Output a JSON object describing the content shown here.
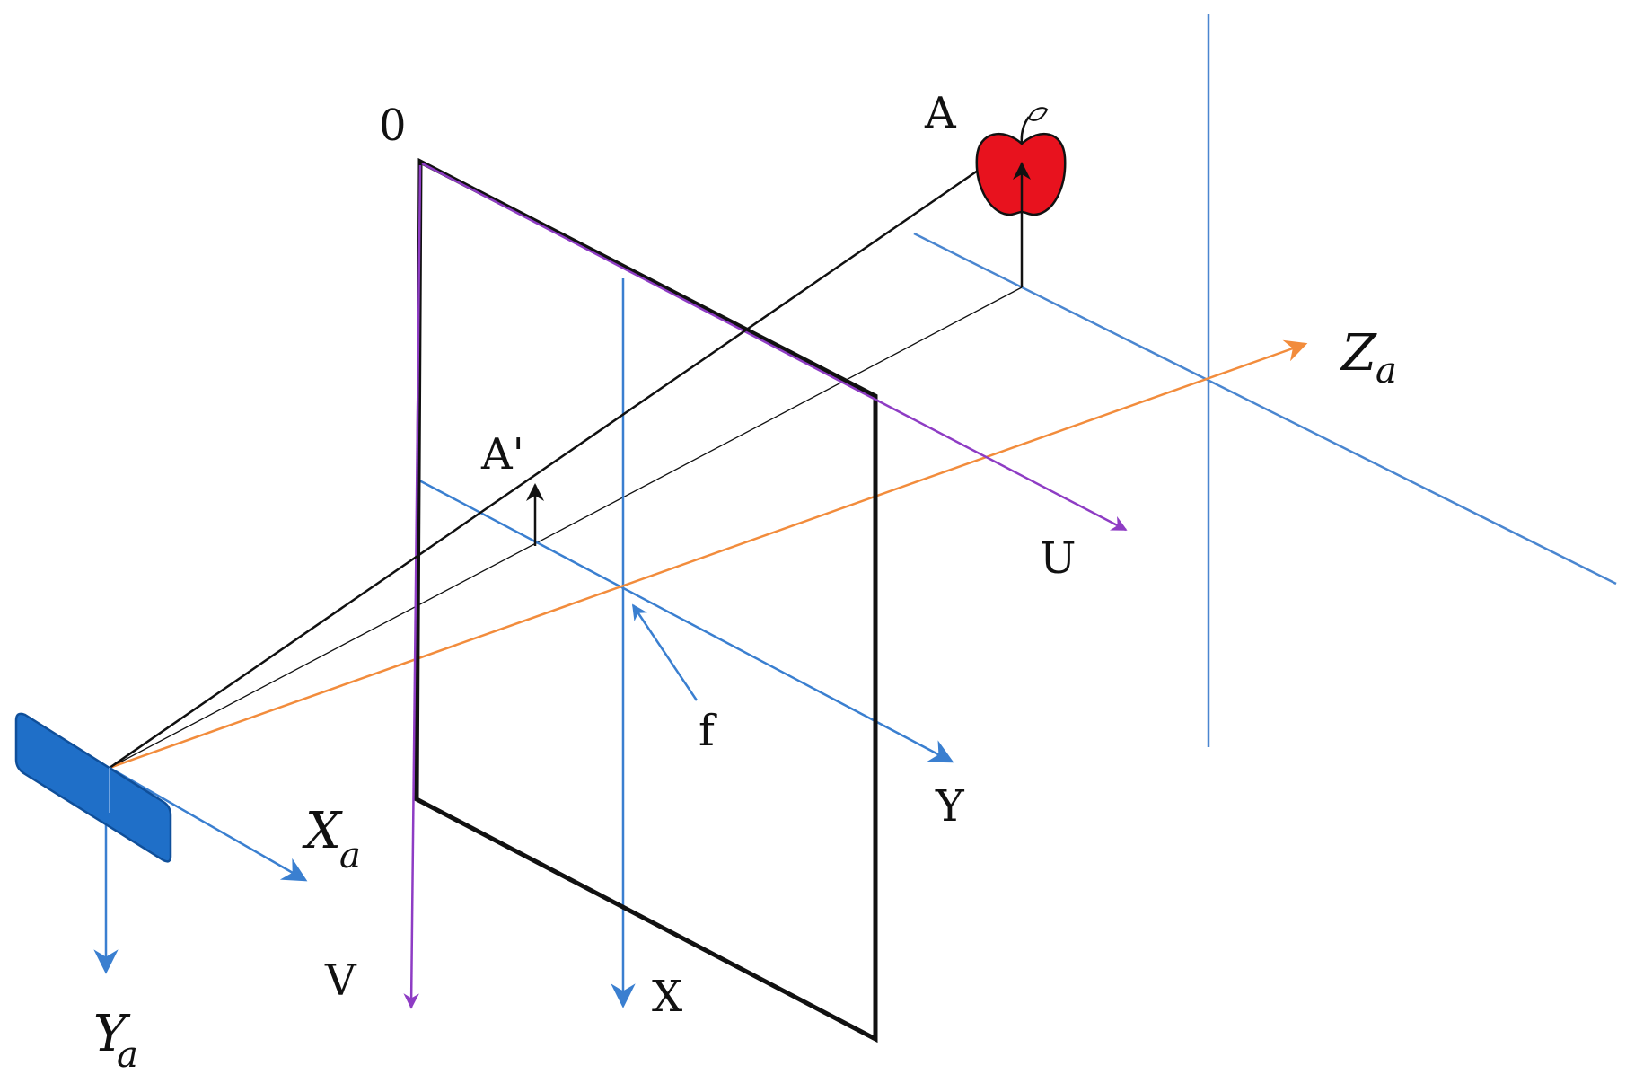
{
  "labels": {
    "origin": "0",
    "point_A": "A",
    "point_A_prime": "A'",
    "axis_U": "U",
    "axis_V": "V",
    "axis_X": "X",
    "axis_Y": "Y",
    "focal": "f",
    "axis_Za_main": "Z",
    "axis_Za_sub": "a",
    "axis_Xa_main": "X",
    "axis_Xa_sub": "a",
    "axis_Ya_main": "Y",
    "axis_Ya_sub": "a"
  },
  "colors": {
    "blue_axis": "#4a86d0",
    "purple_axis": "#8e3cc4",
    "orange_axis": "#f28c3c",
    "frame": "#111111",
    "camera": "#1f6fc8",
    "apple": "#e8121e"
  },
  "icons": {
    "camera": "camera-sensor-icon",
    "object": "apple-icon"
  }
}
